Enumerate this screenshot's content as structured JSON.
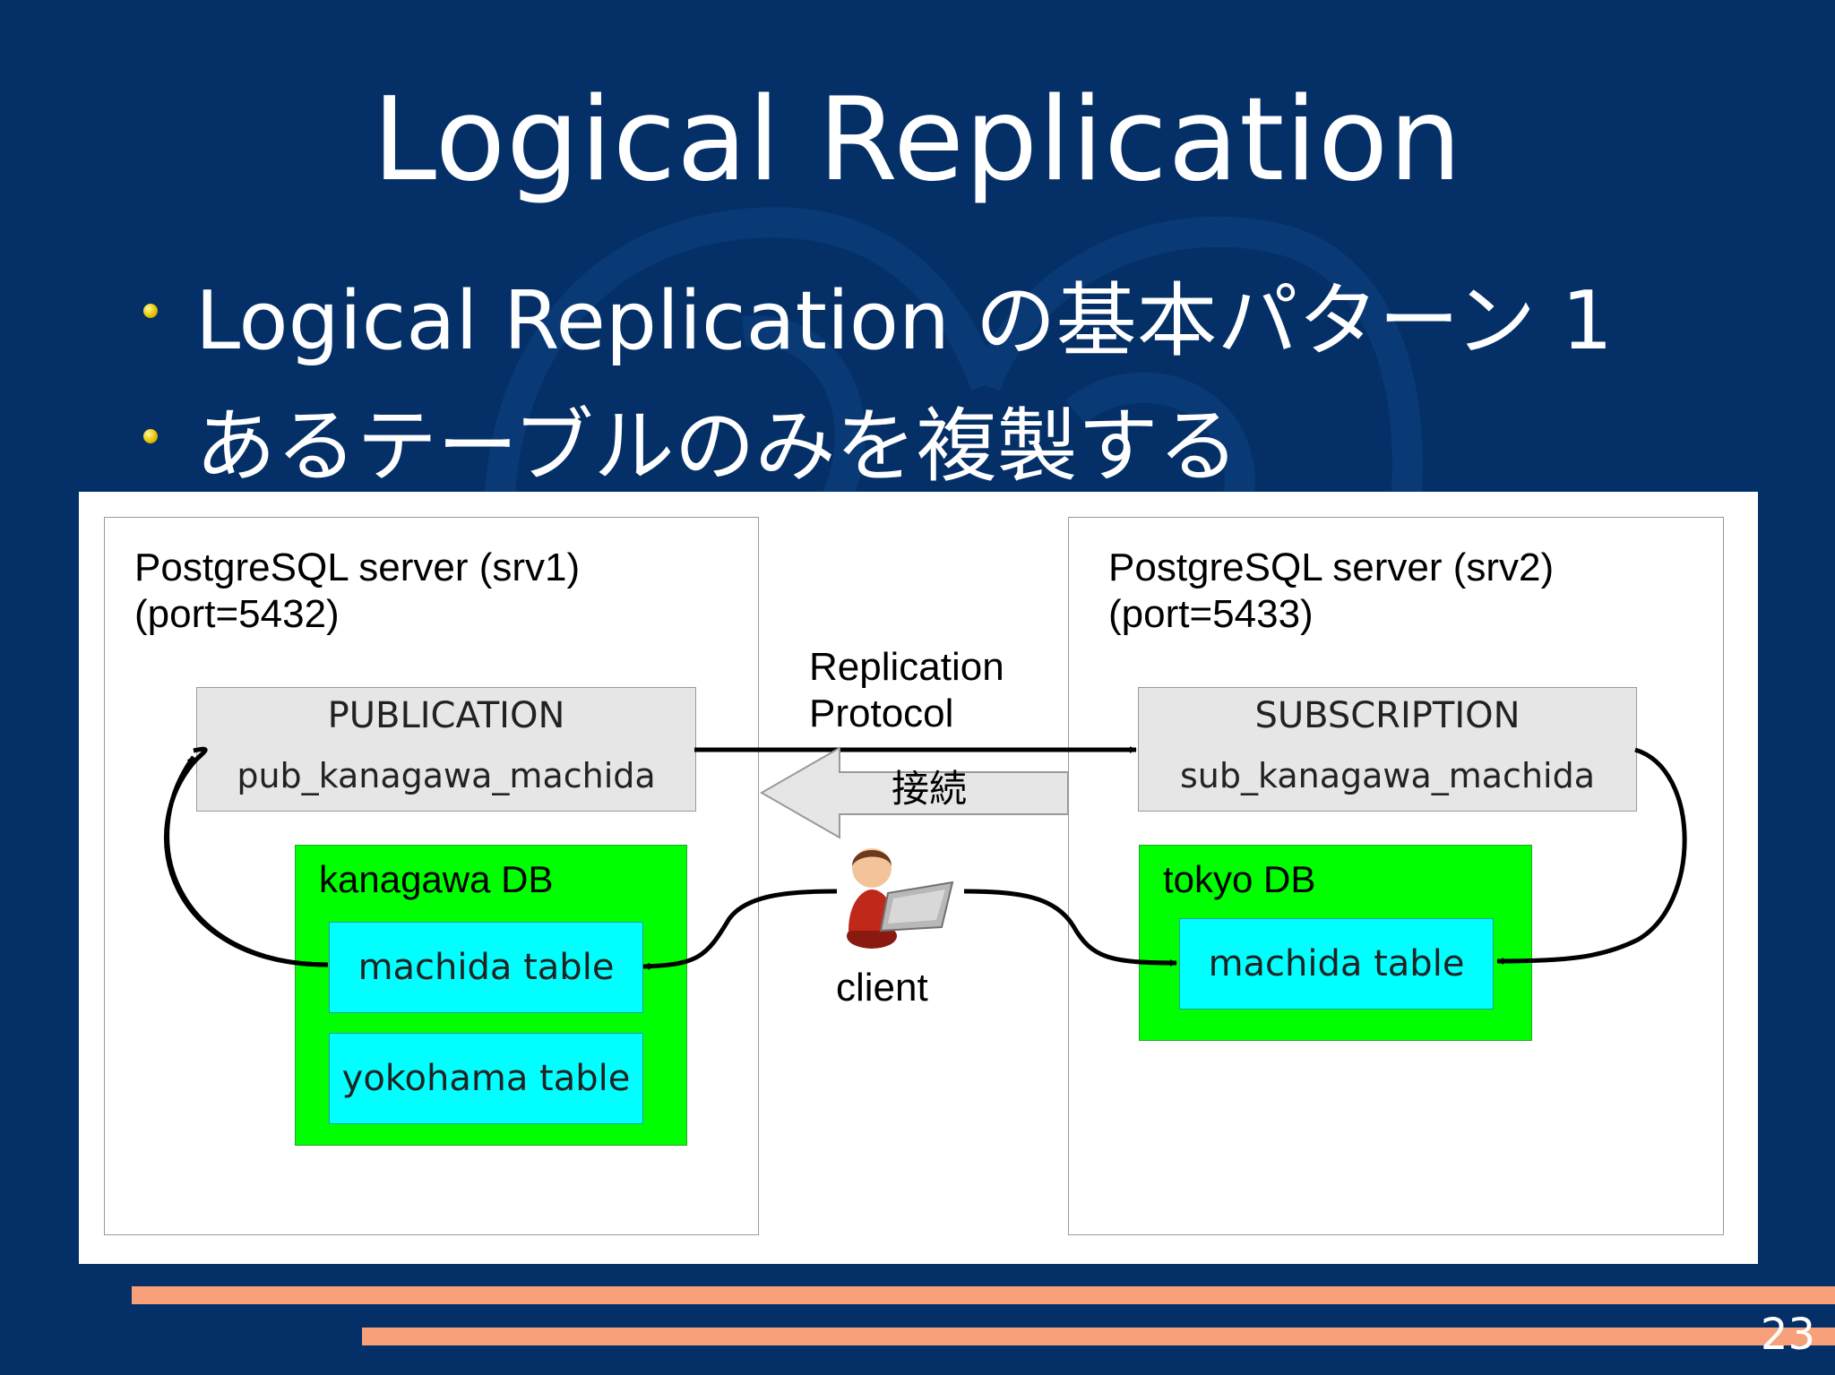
{
  "slide": {
    "title": "Logical Replication",
    "bullets": [
      "Logical Replication の基本パターン 1",
      "あるテーブルのみを複製する"
    ],
    "page_number": "23"
  },
  "diagram": {
    "server1": {
      "label": "PostgreSQL server (srv1)\n(port=5432)",
      "publication": {
        "title": "PUBLICATION",
        "name": "pub_kanagawa_machida"
      },
      "db": {
        "label": "kanagawa DB",
        "tables": [
          "machida table",
          "yokohama table"
        ]
      }
    },
    "server2": {
      "label": "PostgreSQL server (srv2)\n(port=5433)",
      "subscription": {
        "title": "SUBSCRIPTION",
        "name": "sub_kanagawa_machida"
      },
      "db": {
        "label": "tokyo DB",
        "tables": [
          "machida table"
        ]
      }
    },
    "protocol_label": "Replication\nProtocol",
    "connect_label": "接続",
    "client_label": "client"
  },
  "colors": {
    "background": "#043067",
    "db_fill": "#00ff00",
    "table_fill": "#00ffff",
    "publication_fill": "#e6e6e6",
    "accent_bar": "#f7a07a"
  }
}
